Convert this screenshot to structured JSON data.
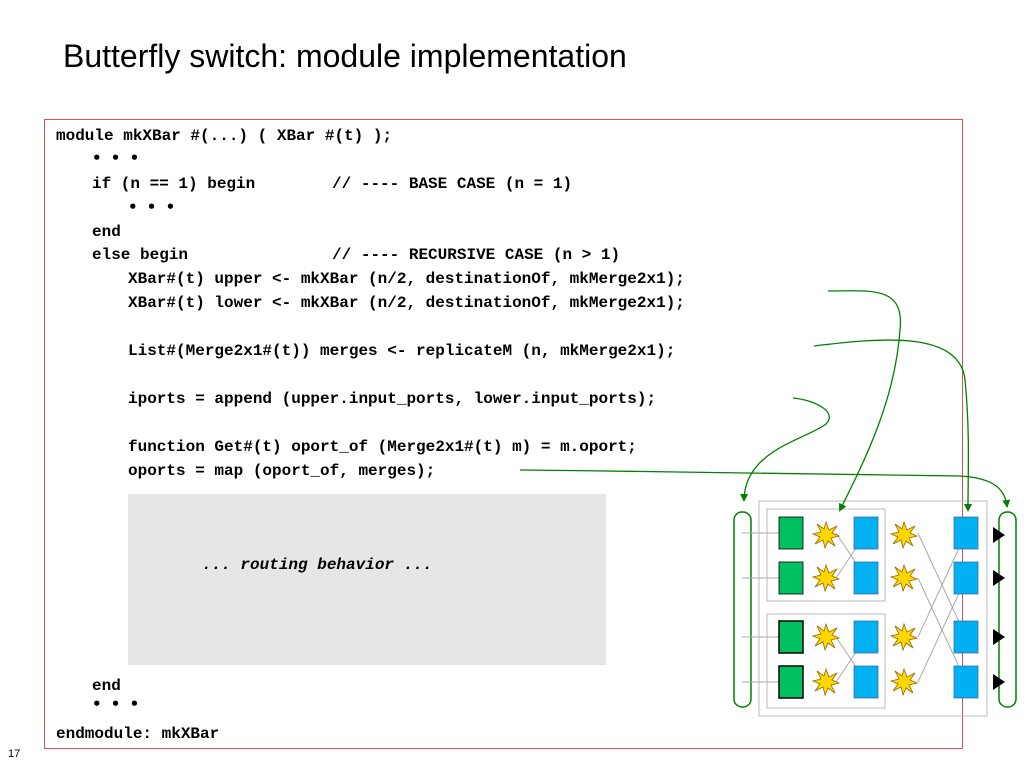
{
  "title": "Butterfly switch: module implementation",
  "page_number": "17",
  "code": {
    "l1": "module mkXBar #(...) ( XBar #(t) );",
    "dots1": "• • •",
    "l2": "if (n == 1) begin        // ---- BASE CASE (n = 1)",
    "dots2": "• • •",
    "l3": "end",
    "l4": "else begin               // ---- RECURSIVE CASE (n > 1)",
    "l5": "XBar#(t) upper <- mkXBar (n/2, destinationOf, mkMerge2x1);",
    "l6": "XBar#(t) lower <- mkXBar (n/2, destinationOf, mkMerge2x1);",
    "l7": "List#(Merge2x1#(t)) merges <- replicateM (n, mkMerge2x1);",
    "l8": "iports = append (upper.input_ports, lower.input_ports);",
    "l9": "function Get#(t) oport_of (Merge2x1#(t) m) = m.oport;",
    "l10": "oports = map (oport_of, merges);",
    "routing": "... routing behavior ...",
    "l11": "end",
    "dots3": "• • •",
    "l12": "endmodule: mkXBar"
  },
  "colors": {
    "box_border": "#e05050",
    "routing_bg": "#e6e6e6",
    "green_block": "#00c060",
    "blue_block": "#00b0f0",
    "arrow_green": "#008000",
    "burst_fill": "#ffd700"
  }
}
